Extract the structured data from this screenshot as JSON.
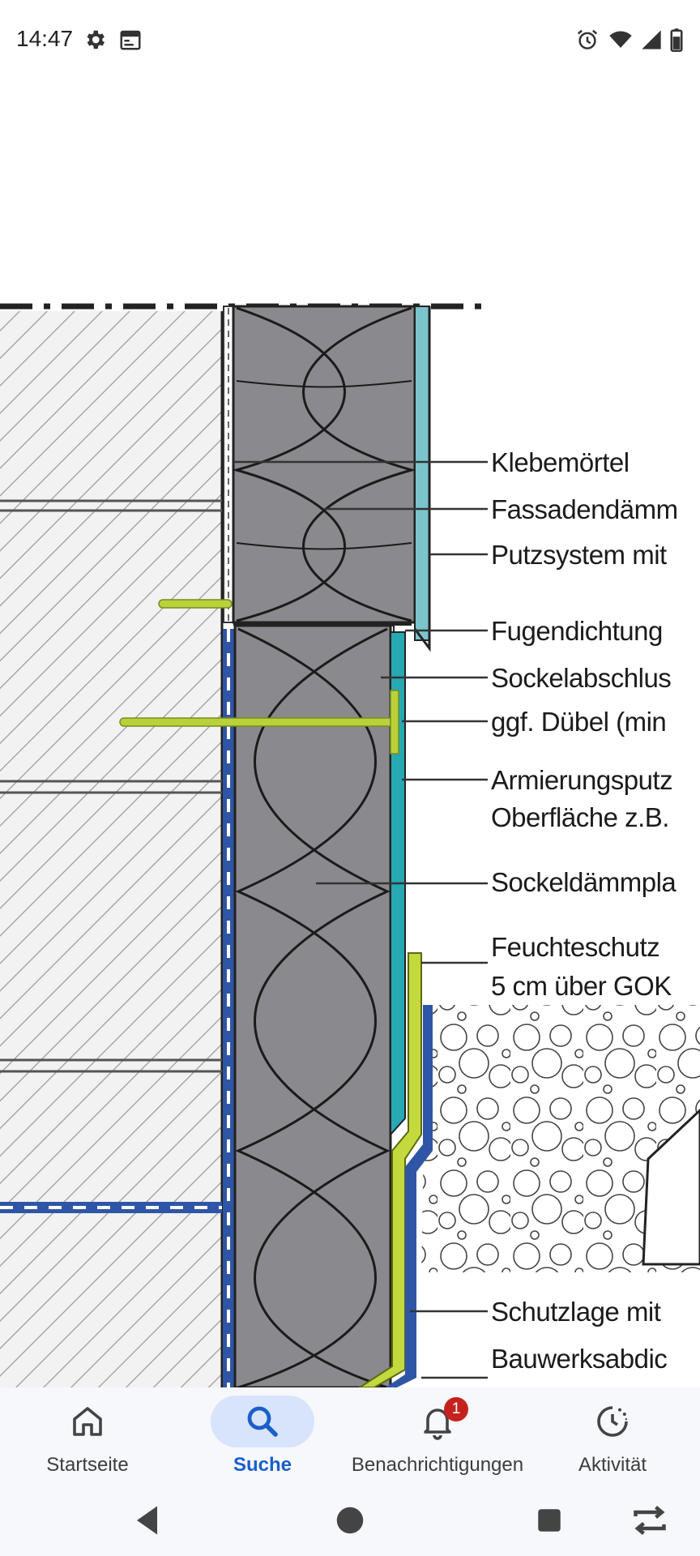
{
  "status_bar": {
    "time": "14:47",
    "left_icons": [
      "gear-icon",
      "calendar-icon"
    ],
    "right_icons": [
      "alarm-icon",
      "wifi-icon",
      "signal-icon",
      "battery-icon"
    ]
  },
  "drawing": {
    "labels": [
      "Klebemörtel",
      "Fassadendämm",
      "Putzsystem mit",
      "Fugendichtung",
      "Sockelabschlus",
      "ggf. Dübel (min",
      "Armierungsputz",
      "Oberfläche z.B.",
      "Sockeldämmpla",
      "Feuchteschutz",
      "5 cm über GOK",
      "Schutzlage mit",
      "Bauwerksabdic"
    ],
    "colors": {
      "insulation": "#8a8a8e",
      "plaster_teal": "#27a9b4",
      "plaster_light": "#7cc4cc",
      "anchor_green": "#b9d23a",
      "seal_blue": "#2f56a6"
    }
  },
  "bottom_nav": {
    "items": [
      {
        "label": "Startseite",
        "icon": "home-icon",
        "active": false
      },
      {
        "label": "Suche",
        "icon": "search-icon",
        "active": true
      },
      {
        "label": "Benachrichtigungen",
        "icon": "bell-icon",
        "active": false,
        "badge": "1"
      },
      {
        "label": "Aktivität",
        "icon": "activity-icon",
        "active": false
      }
    ]
  },
  "system_nav": [
    "back-icon",
    "home-circle-icon",
    "recents-icon",
    "rotate-icon"
  ]
}
